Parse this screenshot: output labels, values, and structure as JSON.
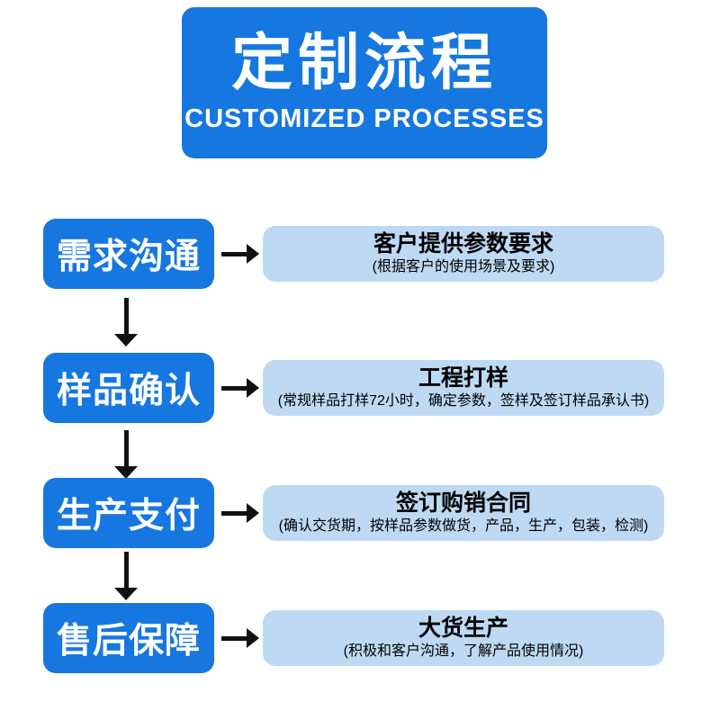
{
  "header": {
    "title": "定制流程",
    "subtitle": "CUSTOMIZED PROCESSES"
  },
  "steps": [
    {
      "label": "需求沟通",
      "detail_title": "客户提供参数要求",
      "detail_note": "(根据客户的使用场景及要求)"
    },
    {
      "label": "样品确认",
      "detail_title": "工程打样",
      "detail_note": "(常规样品打样72小时，确定参数，签样及签订样品承认书)"
    },
    {
      "label": "生产支付",
      "detail_title": "签订购销合同",
      "detail_note": "(确认交货期，按样品参数做货，产品，生产，包装，检测)"
    },
    {
      "label": "售后保障",
      "detail_title": "大货生产",
      "detail_note": "(积极和客户沟通，了解产品使用情况)"
    }
  ],
  "colors": {
    "primary_blue": "#1677e0",
    "light_blue": "#bed9f3",
    "arrow_black": "#111111",
    "text_white": "#ffffff",
    "text_black": "#000000"
  }
}
